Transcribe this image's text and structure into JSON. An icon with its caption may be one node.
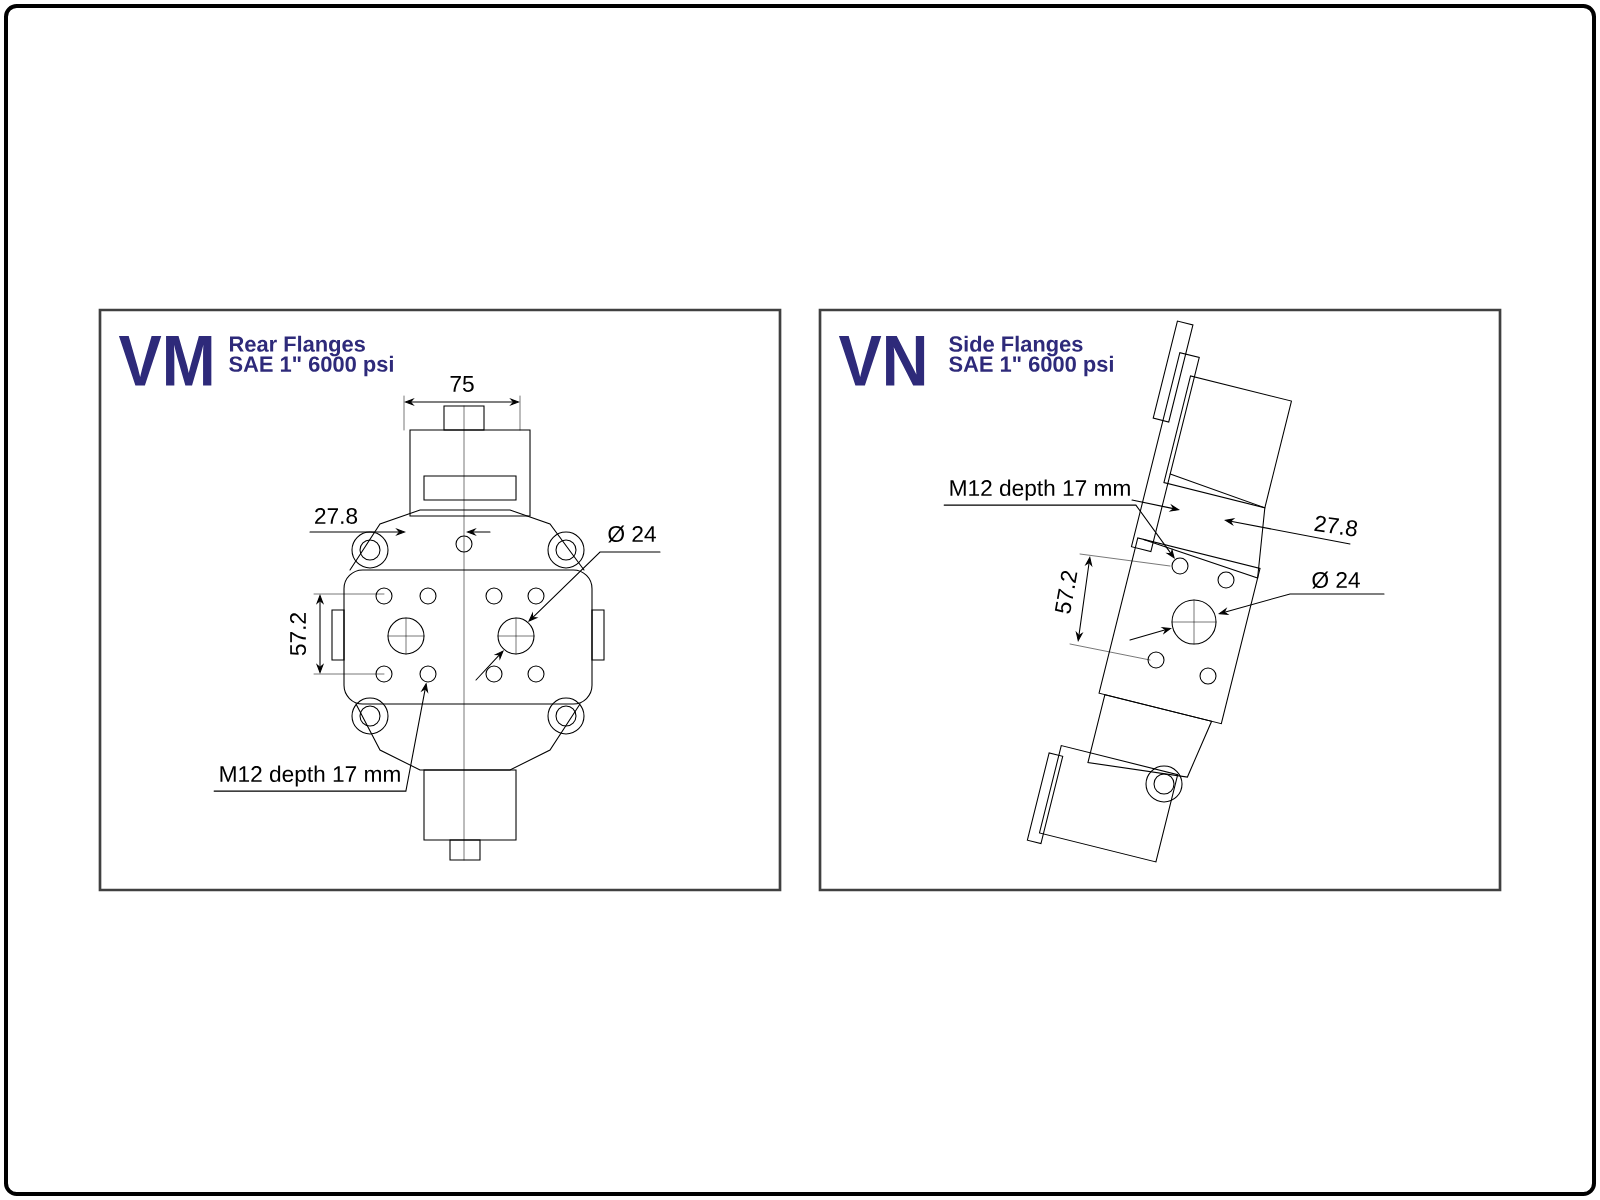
{
  "diagram": {
    "nodes": [
      {
        "text": [
          "VM",
          "Rear Flanges",
          "SAE 1\" 6000 psi"
        ]
      },
      {
        "text": [
          "M12 depth 17 mm"
        ],
        "in": 0
      },
      {
        "text": [],
        "shape": "circle",
        "in": 0
      },
      {
        "text": [
          "VN",
          "Side Flanges",
          "SAE 1\" 6000 psi"
        ]
      },
      {
        "text": [
          "M12 depth 17 mm"
        ],
        "in": 3
      },
      {
        "text": [],
        "shape": "circle",
        "in": 3
      }
    ],
    "edges": [
      {
        "from": 1,
        "to": 2,
        "arrow": "to"
      },
      {
        "from": 4,
        "to": 5,
        "arrow": "to"
      }
    ],
    "labels": [
      "75",
      "27.8",
      "Ø 24",
      "57.2",
      "27.8",
      "57.2",
      "Ø 24"
    ]
  }
}
